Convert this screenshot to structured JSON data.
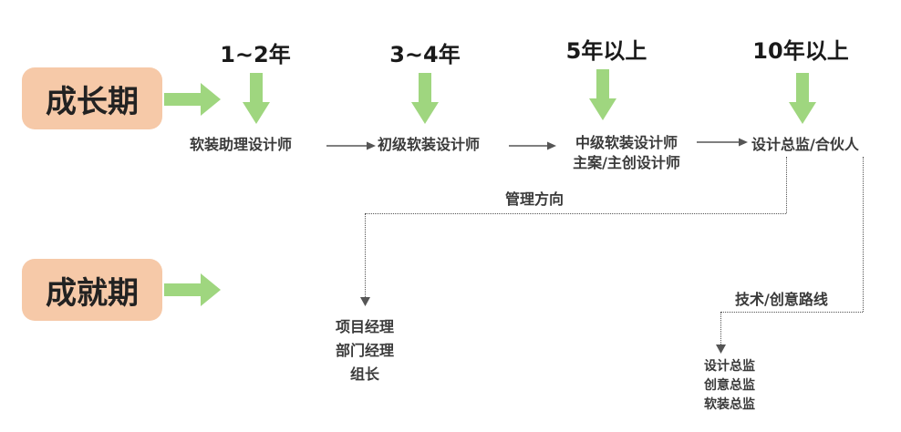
{
  "stages": {
    "growth": "成长期",
    "achievement": "成就期"
  },
  "years": {
    "y1": "1~2年",
    "y2": "3~4年",
    "y3": "5年以上",
    "y4": "10年以上"
  },
  "roles": {
    "assistant": "软装助理设计师",
    "junior": "初级软装设计师",
    "mid_line1": "中级软装设计师",
    "mid_line2": "主案/主创设计师",
    "director": "设计总监/合伙人"
  },
  "paths": {
    "management_label": "管理方向",
    "management_roles": [
      "项目经理",
      "部门经理",
      "组长"
    ],
    "technical_label": "技术/创意路线",
    "technical_roles": [
      "设计总监",
      "创意总监",
      "软装总监"
    ]
  },
  "colors": {
    "stage_box": "#f6c9a8",
    "arrow_green": "#9fd67f"
  }
}
